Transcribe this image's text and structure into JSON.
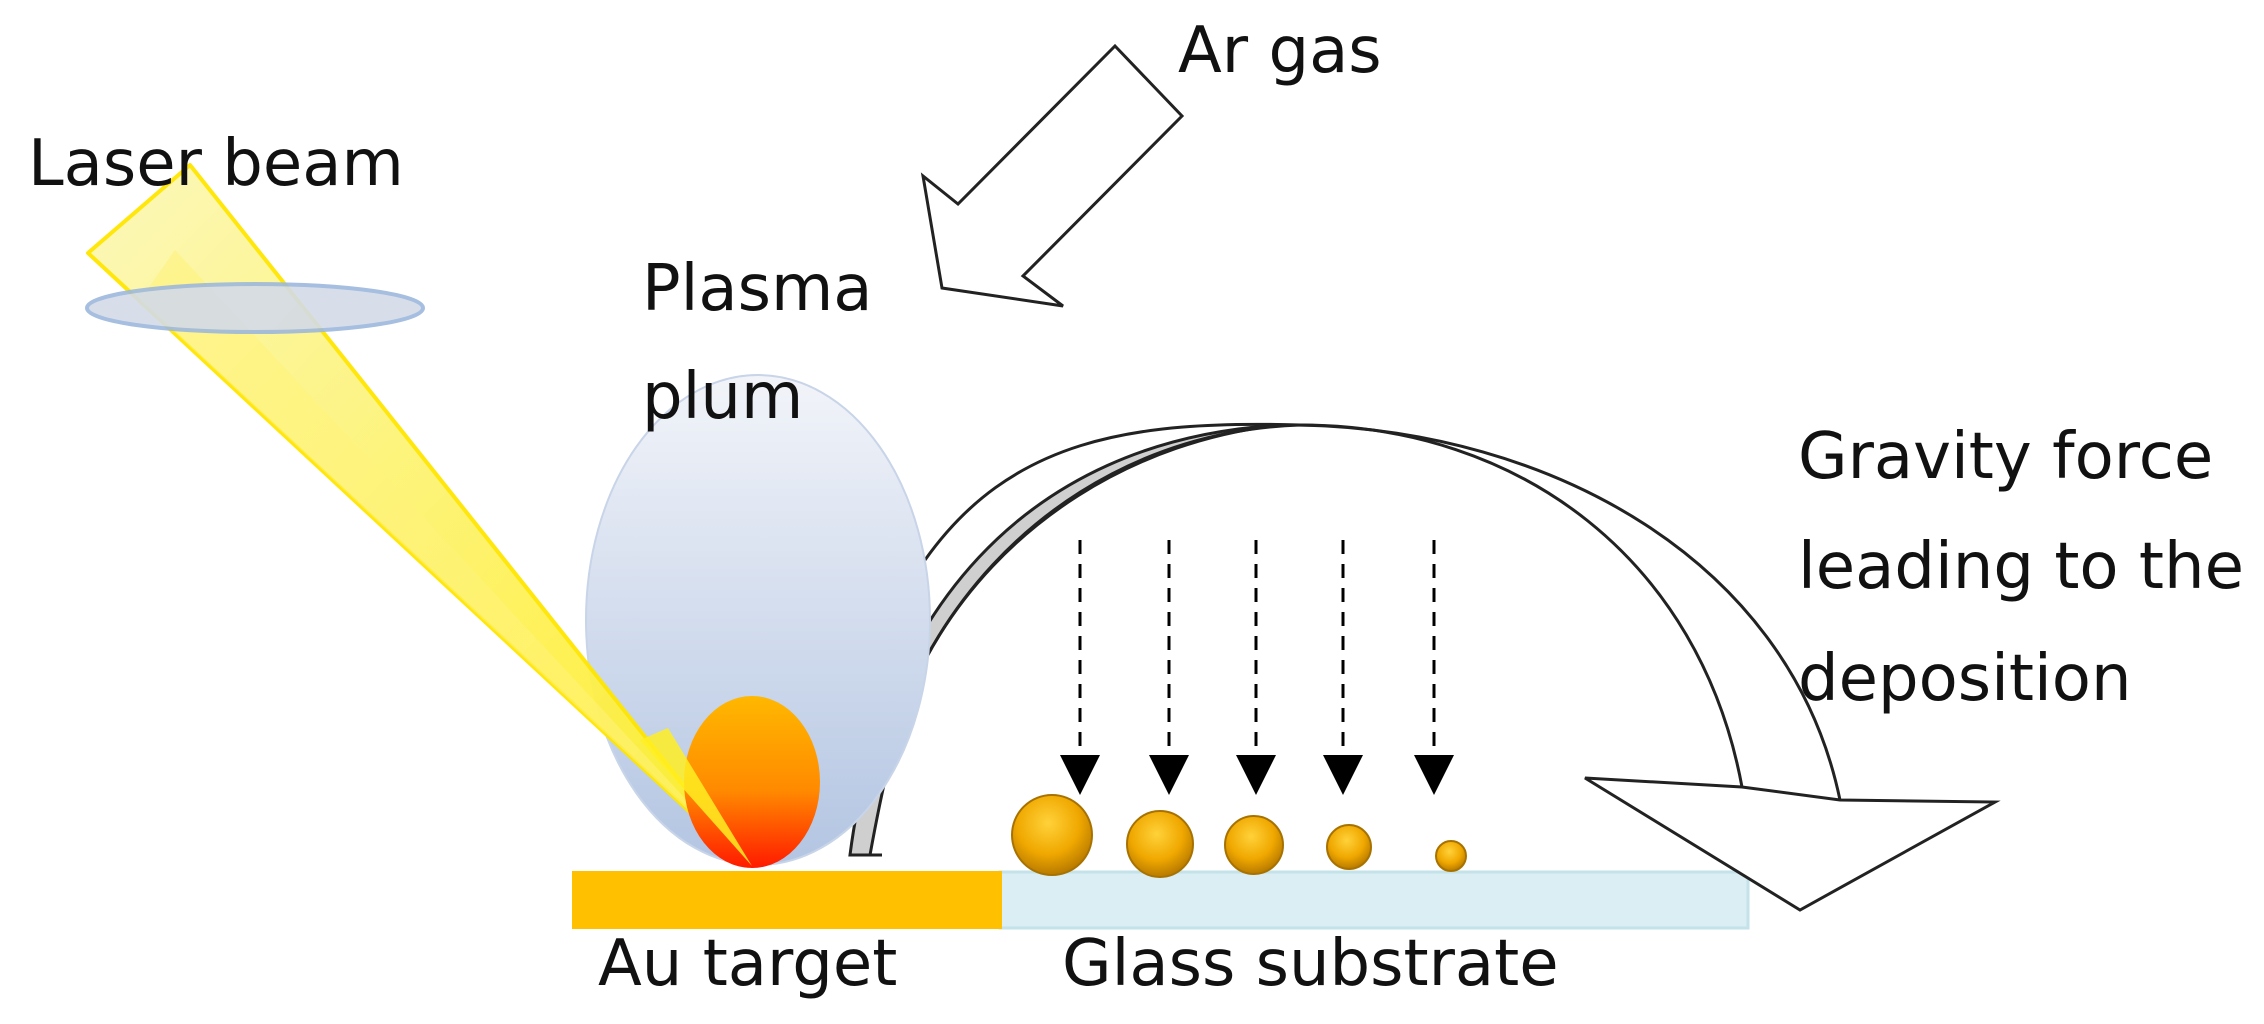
{
  "labels": {
    "laser_beam": "Laser beam",
    "ar_gas": "Ar gas",
    "plasma_line1": "Plasma",
    "plasma_line2": "plum",
    "gravity_line1": "Gravity force",
    "gravity_line2": "leading to the",
    "gravity_line3": "deposition",
    "au_target": "Au target",
    "glass_substrate": "Glass substrate"
  },
  "colors": {
    "laser_fill": "#fbf7a8",
    "laser_core": "#ffee22",
    "lens_fill": "#d3dbe8",
    "lens_stroke": "#9db8dc",
    "plume_top": "#f2f4f9",
    "plume_bottom": "#b3c5e2",
    "hot_spot_top": "#ffb800",
    "hot_spot_bottom": "#ff1a00",
    "gold": "#ffc000",
    "particle_dark": "#c98c00",
    "glass": "#daeef3",
    "arc_gray": "#cfcfcf"
  }
}
